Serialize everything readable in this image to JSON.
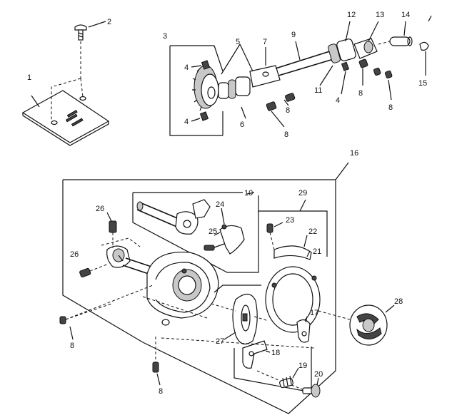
{
  "callouts": [
    {
      "id": "c1",
      "text": "1"
    },
    {
      "id": "c2",
      "text": "2"
    },
    {
      "id": "c3",
      "text": "3"
    },
    {
      "id": "c4a",
      "text": "4"
    },
    {
      "id": "c4b",
      "text": "4"
    },
    {
      "id": "c4c",
      "text": "4"
    },
    {
      "id": "c5",
      "text": "5"
    },
    {
      "id": "c6",
      "text": "6"
    },
    {
      "id": "c7",
      "text": "7"
    },
    {
      "id": "c8a",
      "text": "8"
    },
    {
      "id": "c8b",
      "text": "8"
    },
    {
      "id": "c8c",
      "text": "8"
    },
    {
      "id": "c8d",
      "text": "8"
    },
    {
      "id": "c8e",
      "text": "8"
    },
    {
      "id": "c8f",
      "text": "8"
    },
    {
      "id": "c9",
      "text": "9"
    },
    {
      "id": "c10",
      "text": "10"
    },
    {
      "id": "c11",
      "text": "11"
    },
    {
      "id": "c12",
      "text": "12"
    },
    {
      "id": "c13",
      "text": "13"
    },
    {
      "id": "c14",
      "text": "14"
    },
    {
      "id": "c15",
      "text": "15"
    },
    {
      "id": "c16",
      "text": "16"
    },
    {
      "id": "c17",
      "text": "17"
    },
    {
      "id": "c18",
      "text": "18"
    },
    {
      "id": "c19",
      "text": "19"
    },
    {
      "id": "c20",
      "text": "20"
    },
    {
      "id": "c21",
      "text": "21"
    },
    {
      "id": "c22",
      "text": "22"
    },
    {
      "id": "c23",
      "text": "23"
    },
    {
      "id": "c24",
      "text": "24"
    },
    {
      "id": "c25",
      "text": "25"
    },
    {
      "id": "c26a",
      "text": "26"
    },
    {
      "id": "c26b",
      "text": "26"
    },
    {
      "id": "c27",
      "text": "27"
    },
    {
      "id": "c28",
      "text": "28"
    },
    {
      "id": "c29",
      "text": "29"
    }
  ]
}
